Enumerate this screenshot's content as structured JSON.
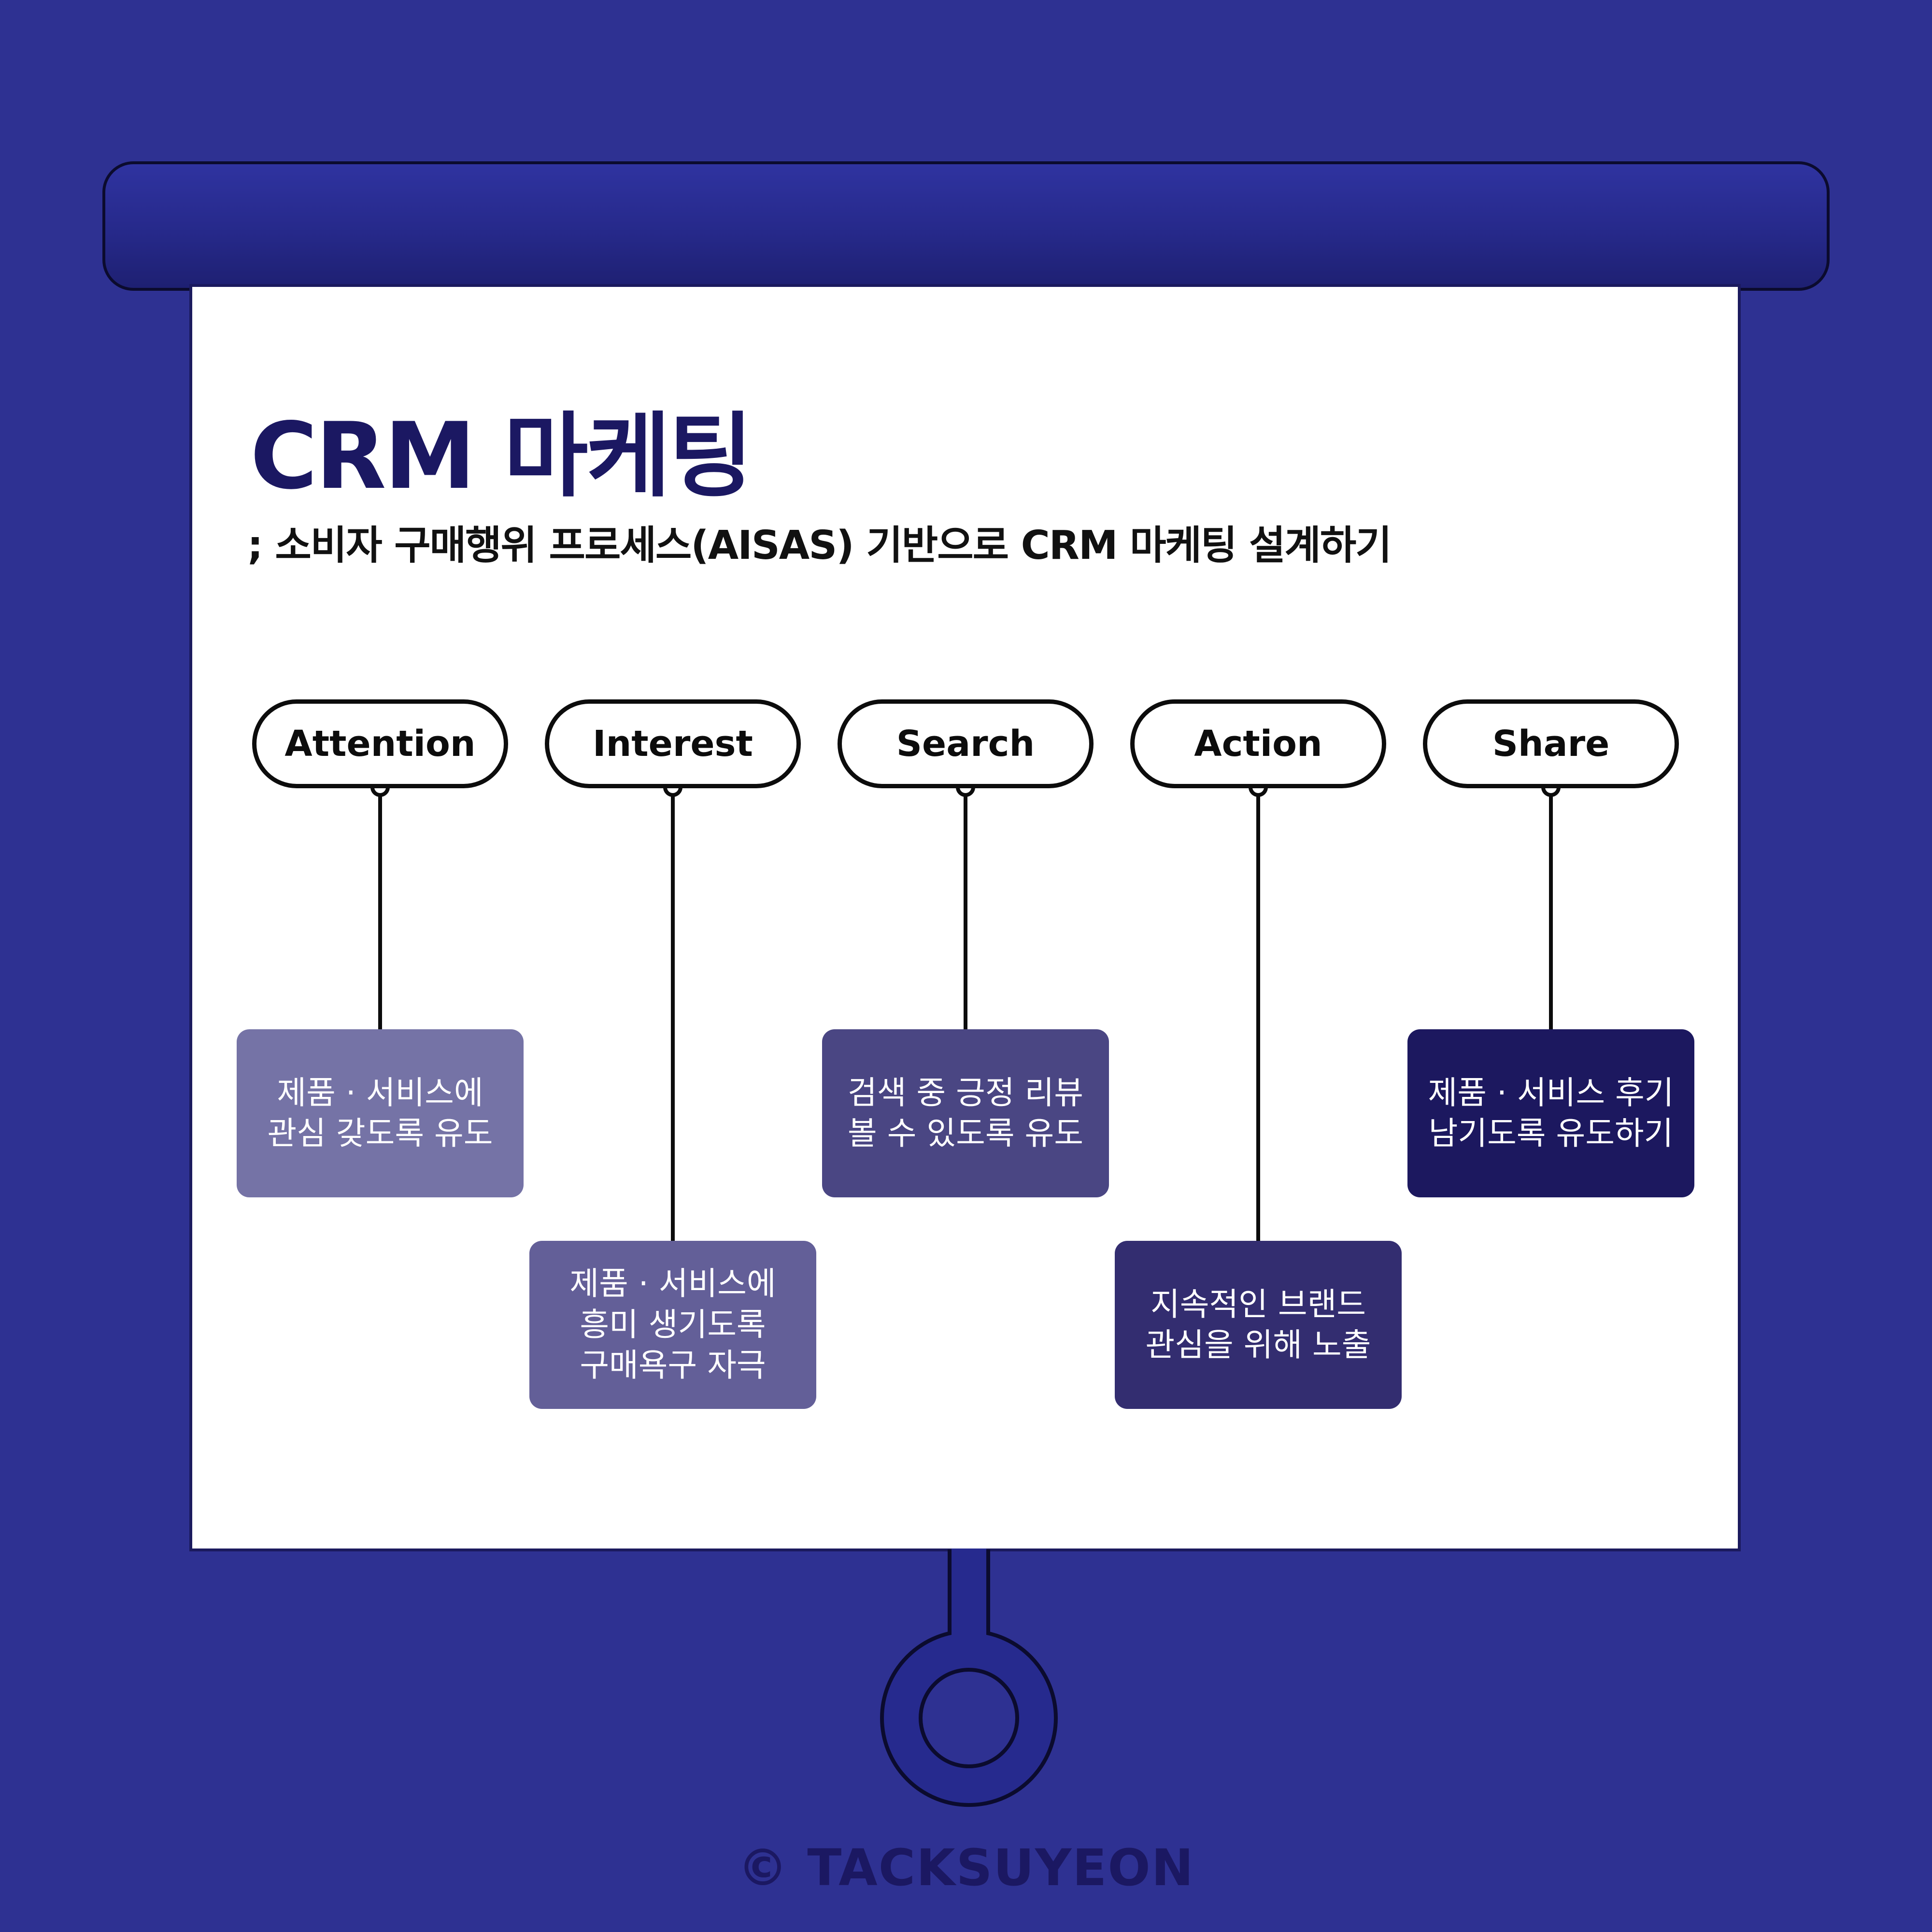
{
  "header": {
    "title": "CRM 마케팅",
    "subtitle": "; 소비자 구매행위 프로세스(AISAS) 기반으로 CRM 마케팅 설계하기"
  },
  "stages": [
    {
      "label": "Attention",
      "description": "제품 · 서비스에\n관심 갖도록 유도",
      "color": "#7573a6"
    },
    {
      "label": "Interest",
      "description": "제품 · 서비스에\n흥미 생기도록\n구매욕구 자극",
      "color": "#635f98"
    },
    {
      "label": "Search",
      "description": "검색 중 긍정 리뷰\n볼 수 있도록 유도",
      "color": "#4a4683"
    },
    {
      "label": "Action",
      "description": "지속적인 브랜드\n관심을 위해 노출",
      "color": "#332d70"
    },
    {
      "label": "Share",
      "description": "제품 · 서비스 후기\n남기도록 유도하기",
      "color": "#1c185f"
    }
  ],
  "footer": {
    "copyright": "© TACKSUYEON"
  },
  "colors": {
    "background": "#2e3192",
    "screen": "#ffffff",
    "roller": "#2b2e9a",
    "title": "#1b1862"
  }
}
